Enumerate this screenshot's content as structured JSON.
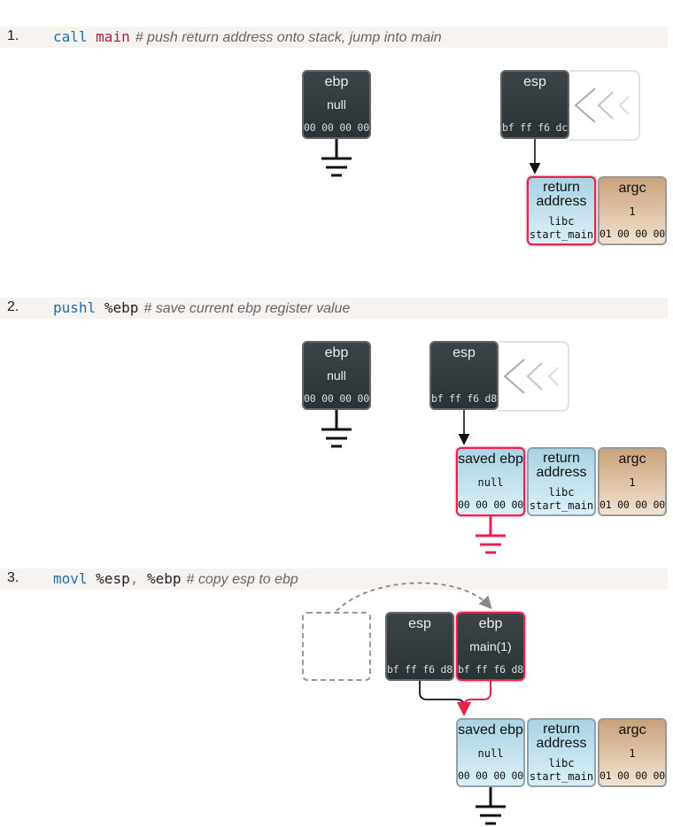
{
  "steps": [
    {
      "num": "1.",
      "code": {
        "instr": "call",
        "arg": "main",
        "comment": "# push return address onto stack, jump into main"
      },
      "ebp": {
        "title": "ebp",
        "value": "null",
        "bytes": "00 00 00 00"
      },
      "esp": {
        "title": "esp",
        "bytes": "bf ff f6 dc"
      },
      "stack": [
        {
          "title": "return address",
          "value": "libc",
          "value2": "start_main"
        },
        {
          "title": "argc",
          "value": "1",
          "bytes": "01 00 00 00"
        }
      ]
    },
    {
      "num": "2.",
      "code": {
        "instr": "pushl",
        "arg": "%ebp",
        "comment": "# save current ebp register value"
      },
      "ebp": {
        "title": "ebp",
        "value": "null",
        "bytes": "00 00 00 00"
      },
      "esp": {
        "title": "esp",
        "bytes": "bf ff f6 d8"
      },
      "stack": [
        {
          "title": "saved ebp",
          "value": "null",
          "bytes": "00 00 00 00"
        },
        {
          "title": "return address",
          "value": "libc",
          "value2": "start_main"
        },
        {
          "title": "argc",
          "value": "1",
          "bytes": "01 00 00 00"
        }
      ]
    },
    {
      "num": "3.",
      "code": {
        "instr": "movl",
        "arg1": "%esp",
        "sep": ",",
        "arg2": "%ebp",
        "comment": "# copy esp to ebp"
      },
      "esp": {
        "title": "esp",
        "bytes": "bf ff f6 d8"
      },
      "ebp": {
        "title": "ebp",
        "value": "main(1)",
        "bytes": "bf ff f6 d8"
      },
      "stack": [
        {
          "title": "saved ebp",
          "value": "null",
          "bytes": "00 00 00 00"
        },
        {
          "title": "return address",
          "value": "libc",
          "value2": "start_main"
        },
        {
          "title": "argc",
          "value": "1",
          "bytes": "01 00 00 00"
        }
      ]
    }
  ],
  "colors": {
    "highlight": "#e8224a",
    "register_bg": "#33393d",
    "stack_bg": "#c2e2ee",
    "argc_bg": "#dcc3a6",
    "step_bar": "#f6f3f1"
  }
}
